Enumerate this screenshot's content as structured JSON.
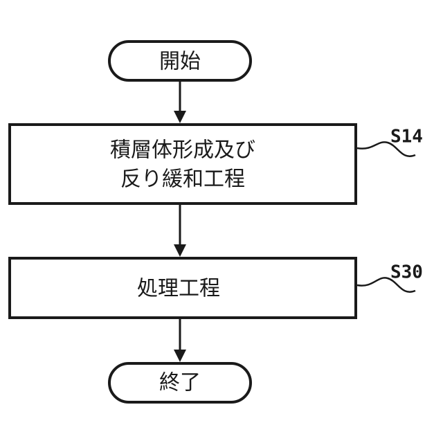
{
  "flowchart": {
    "start": {
      "label": "開始"
    },
    "step1": {
      "line1": "積層体形成及び",
      "line2": "反り緩和工程",
      "ref": "S14"
    },
    "step2": {
      "label": "処理工程",
      "ref": "S30"
    },
    "end": {
      "label": "終了"
    }
  }
}
